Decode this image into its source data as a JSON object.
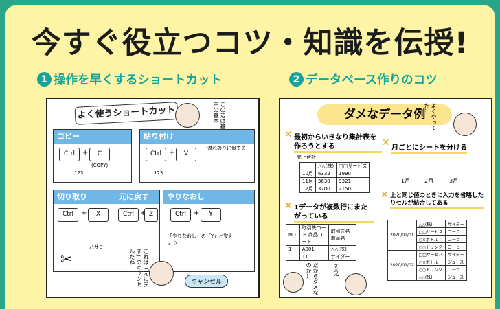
{
  "title": "今すぐ役立つコツ・知識を伝授!",
  "sections": [
    {
      "number": "1",
      "label": "操作を早くするショートカット"
    },
    {
      "number": "2",
      "label": "データベース作りのコツ"
    }
  ],
  "left_card": {
    "banner": "よく使うショートカット",
    "side_note": "この辺は基本中の基本",
    "shortcuts": [
      {
        "title": "コピー",
        "key1": "Ctrl",
        "key2": "C",
        "note": "(COPY)"
      },
      {
        "title": "貼り付け",
        "key1": "Ctrl",
        "key2": "V",
        "note": "流れのりに似てる!"
      },
      {
        "title": "切り取り",
        "key1": "Ctrl",
        "key2": "X",
        "note": "ハサミ"
      },
      {
        "title": "元に戻す",
        "key1": "Ctrl",
        "key2": "Z",
        "note": ""
      },
      {
        "title": "やりなおし",
        "key1": "Ctrl",
        "key2": "Y",
        "note": "「やりなおし」の「Y」と覚えよう"
      }
    ],
    "grid_value": "123",
    "cancel_note": "これは「元に戻す」のキャンセルだね",
    "cancel_label": "キャンセル"
  },
  "right_card": {
    "banner": "ダメなデータ例",
    "bubble": "よくやってた…",
    "bad1": {
      "title": "最初からいきなり集計表を作ろうとする",
      "caption": "売上合計",
      "headers": [
        "",
        "△△(株)",
        "□□サービス"
      ],
      "rows": [
        [
          "10月",
          "6332",
          "1990"
        ],
        [
          "11月",
          "3630",
          "9321"
        ],
        [
          "12月",
          "3700",
          "2150"
        ]
      ]
    },
    "bad2": {
      "title": "月ごとにシートを分ける",
      "months": [
        "1月",
        "2月",
        "3月"
      ]
    },
    "bad3": {
      "title": "1データが複数行にまたがっている",
      "headers": [
        "NO.",
        "取引先コード 商品コード",
        "取引先名 商品名"
      ],
      "row": {
        "no": "1",
        "code1": "A001",
        "code2": "11",
        "name1": "△△(株)",
        "name2": "サイダー"
      }
    },
    "bad4": {
      "title": "上と同じ値のときに入力を省略したりセルが結合してある",
      "date1": "2020/01/01",
      "date2": "2020/01/02",
      "rows": [
        [
          "△△(株)",
          "サイダー"
        ],
        [
          "□□サービス",
          "コーラ"
        ],
        [
          "○×ボトル",
          "コーラ"
        ],
        [
          "○○ドリンク",
          "コーヒー"
        ],
        [
          "□□サービス",
          "サイダー"
        ],
        [
          "○×ボトル",
          "ジュース"
        ],
        [
          "○○ドリンク",
          "コーラ"
        ],
        [
          "△△(株)",
          "ジュース"
        ]
      ]
    },
    "talk1": "だからダメなのか…",
    "talk2": "そう!"
  },
  "colors": {
    "frame": "#2aa58a",
    "panel": "#fdf4a6",
    "accent": "#16a39a",
    "box_header": "#6fb7e6",
    "banner_right": "#fce58f",
    "x_mark": "#e8a11b"
  }
}
